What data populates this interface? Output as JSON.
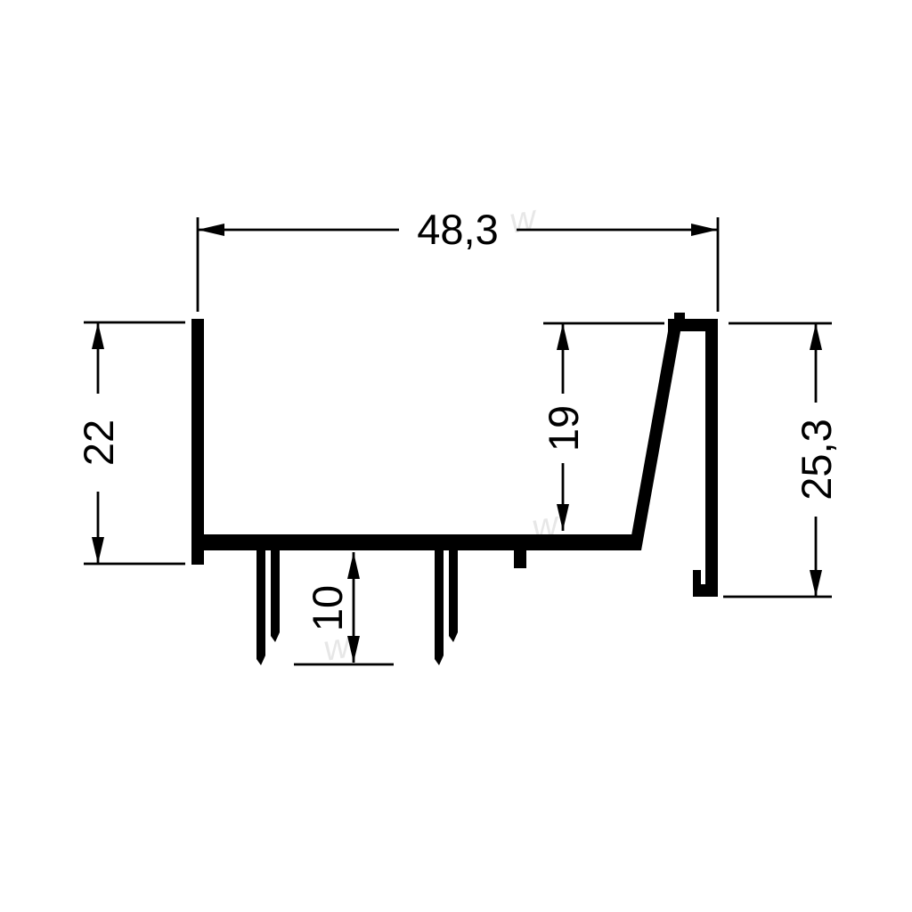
{
  "drawing": {
    "kind": "extrusion-profile-cross-section",
    "background": "#ffffff",
    "line_color": "#000000",
    "watermark_color": "#d4d4d4"
  },
  "dimensions": {
    "overall_width": {
      "label": "48,3"
    },
    "left_wall_height": {
      "label": "22"
    },
    "inner_height": {
      "label": "19"
    },
    "right_side_height": {
      "label": "25,3"
    },
    "leg_depth": {
      "label": "10"
    }
  },
  "watermark": {
    "fragments": [
      "w",
      "w",
      "w"
    ]
  }
}
